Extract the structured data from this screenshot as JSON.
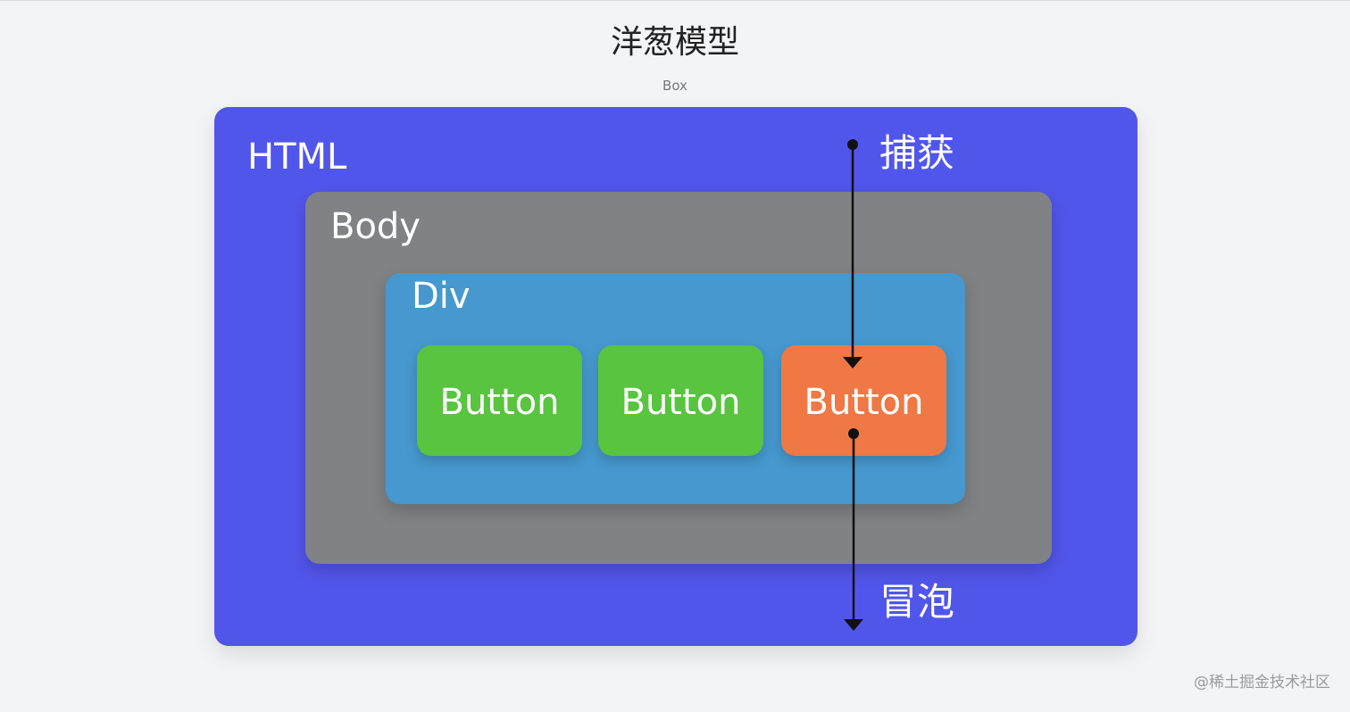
{
  "diagram": {
    "title": "洋葱模型",
    "subtitle": "Box",
    "colors": {
      "html": "#5156eb",
      "body": "#818285",
      "div": "#4698cf",
      "button_green": "#58c43f",
      "button_orange": "#ef7845",
      "arrow": "#111111"
    },
    "html_label": "HTML",
    "body_label": "Body",
    "div_label": "Div",
    "buttons": [
      {
        "label": "Button",
        "state": "normal"
      },
      {
        "label": "Button",
        "state": "normal"
      },
      {
        "label": "Button",
        "state": "target"
      }
    ],
    "capture_label": "捕获",
    "bubble_label": "冒泡",
    "watermark": "@稀土掘金技术社区"
  }
}
